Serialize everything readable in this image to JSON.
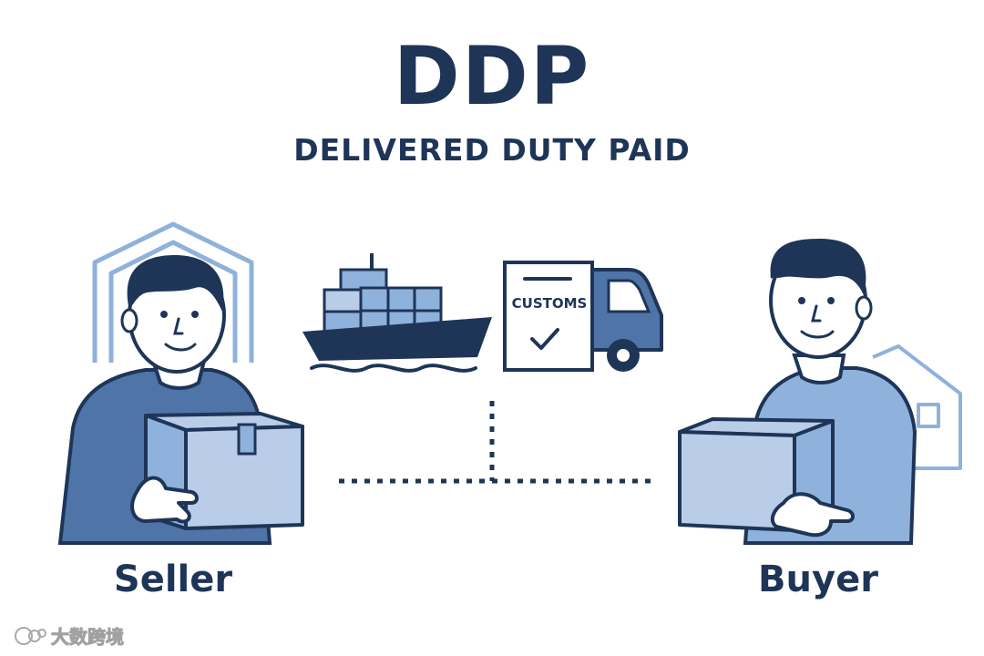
{
  "header": {
    "title": "DDP",
    "subtitle": "DELIVERED DUTY PAID"
  },
  "parties": {
    "seller_label": "Seller",
    "buyer_label": "Buyer"
  },
  "customs": {
    "doc_label": "CUSTOMS"
  },
  "watermark": {
    "text": "大数跨境"
  },
  "colors": {
    "navy": "#1e3557",
    "mid_blue": "#4e74a8",
    "light_blue": "#b9cde8",
    "pale_blue": "#8fb2dc"
  },
  "icons": [
    "warehouse-icon",
    "cargo-ship-icon",
    "customs-document-icon",
    "truck-icon",
    "house-icon",
    "checkmark-icon",
    "box-icon"
  ]
}
